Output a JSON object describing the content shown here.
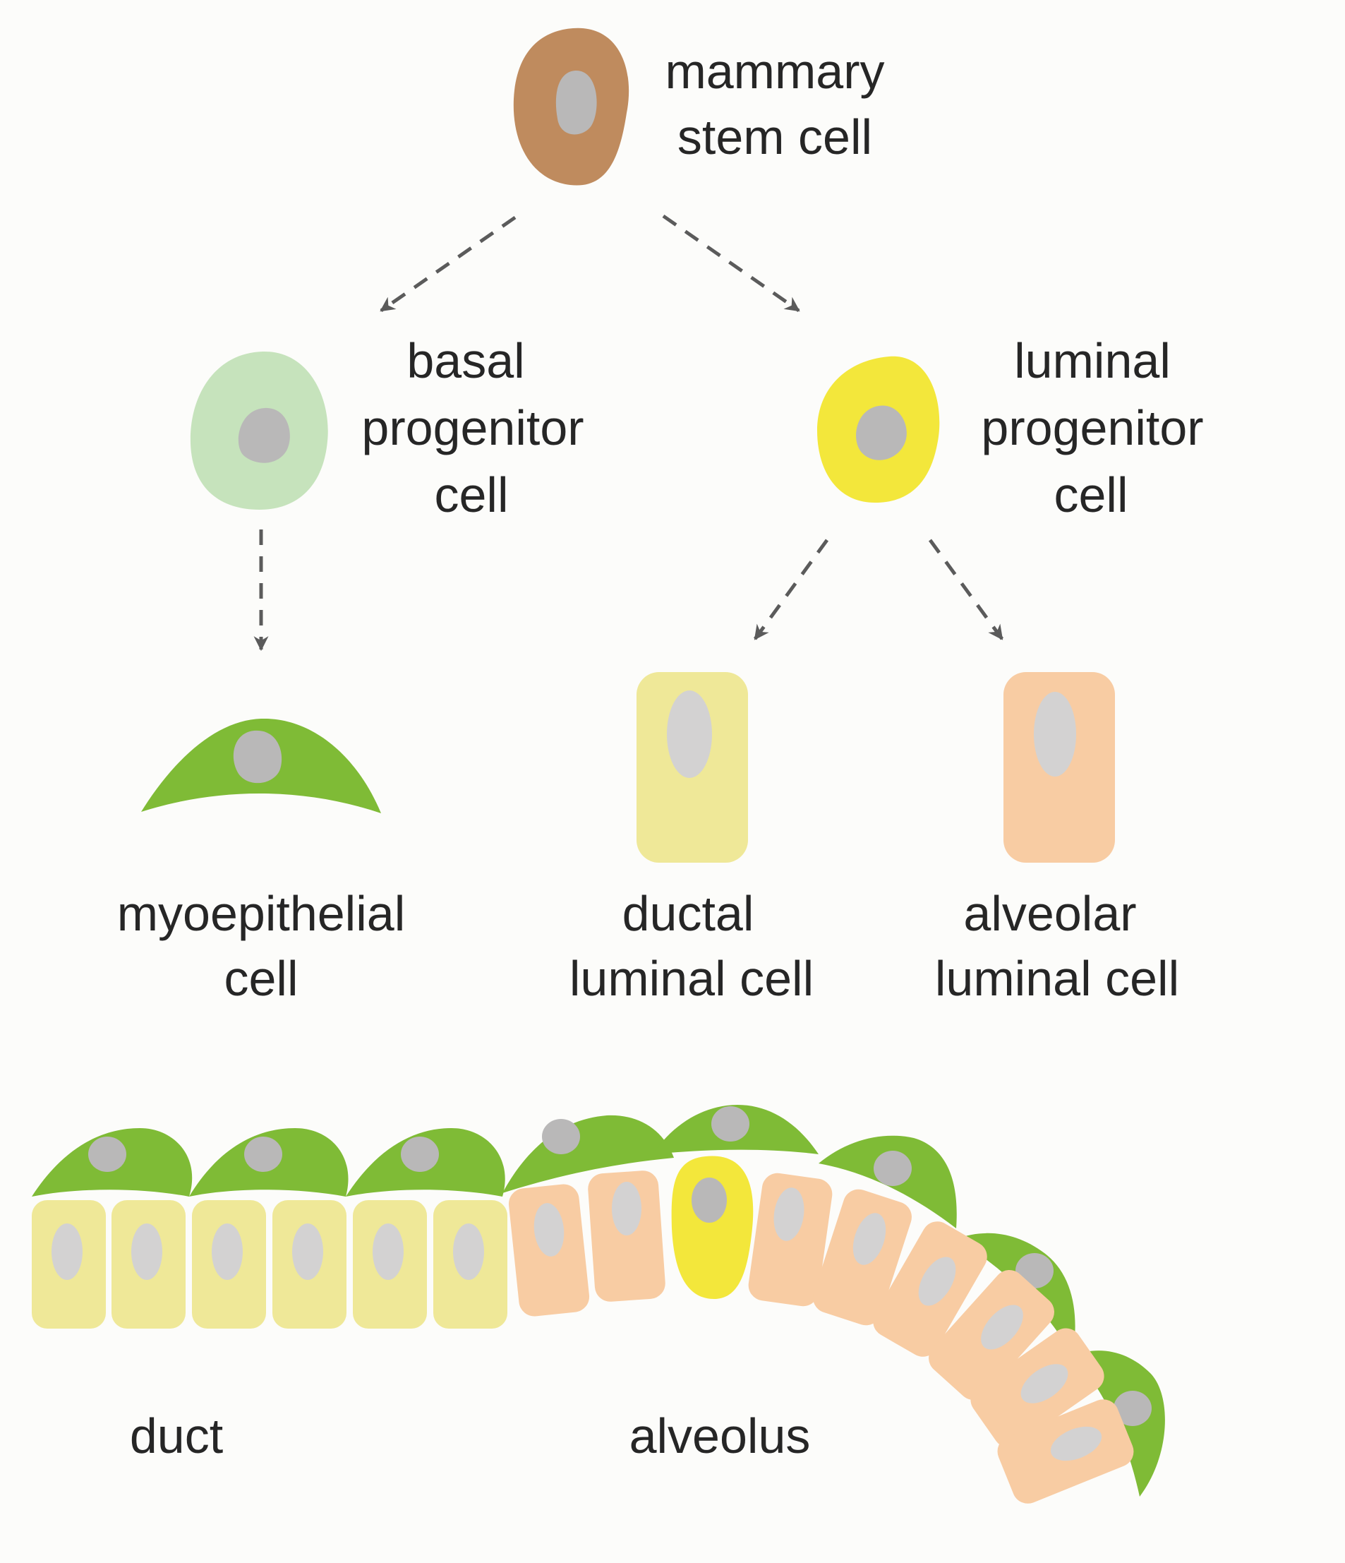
{
  "labels": {
    "stem": [
      "mammary",
      "stem cell"
    ],
    "basal": [
      "basal",
      "progenitor",
      "cell"
    ],
    "luminal": [
      "luminal",
      "progenitor",
      "cell"
    ],
    "myo": [
      "myoepithelial",
      "cell"
    ],
    "ductal": [
      "ductal",
      "luminal cell"
    ],
    "alveolar": [
      "alveolar",
      "luminal cell"
    ],
    "duct": "duct",
    "alveolus": "alveolus"
  },
  "colors": {
    "background": "#fcfcfa",
    "stem_cell": "#bf8b5e",
    "nucleus": "#b9b8b8",
    "nucleus_light": "#d3d2d2",
    "basal_progenitor": "#c6e3bc",
    "luminal_progenitor": "#f3e73b",
    "myoepithelial": "#7fbb36",
    "ductal_luminal": "#efe898",
    "alveolar_luminal": "#f8cca3",
    "arrow": "#5b5b5b",
    "text": "#262626"
  },
  "icons": {
    "stem": "mammary-stem-cell-icon",
    "basal": "basal-progenitor-cell-icon",
    "luminal": "luminal-progenitor-cell-icon",
    "myo": "myoepithelial-cell-icon",
    "ductal": "ductal-luminal-cell-icon",
    "alveolar": "alveolar-luminal-cell-icon"
  }
}
